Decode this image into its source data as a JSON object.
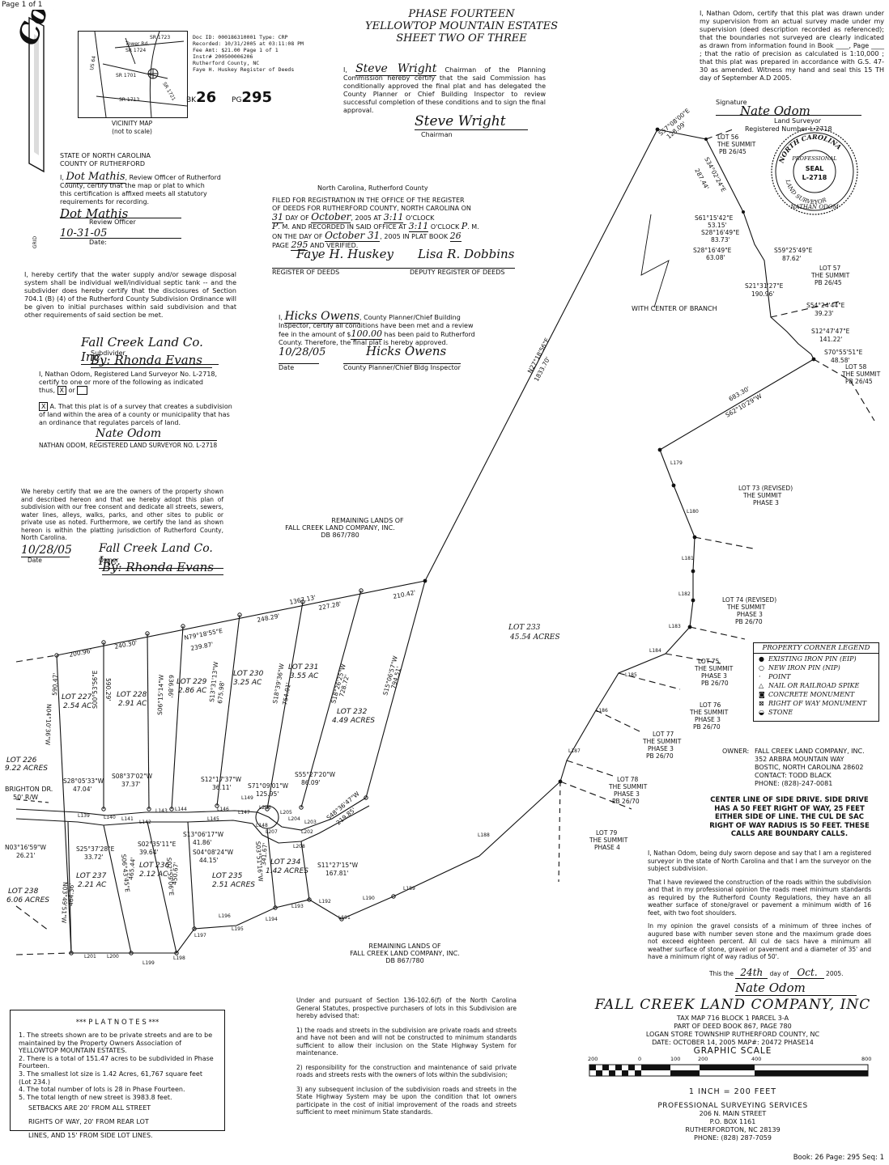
{
  "header": {
    "page_of": "Page 1 of 1",
    "title1": "PHASE FOURTEEN",
    "title2": "YELLOWTOP MOUNTAIN ESTATES",
    "title3": "SHEET TWO OF THREE",
    "copy_stamp": "Copy"
  },
  "vicinity": {
    "caption1": "VICINITY MAP",
    "caption2": "(not to scale)",
    "roads": [
      "SR 1723",
      "Tower Rd.",
      "SR 1724",
      "US 64",
      "SR 1701",
      "SR 1721",
      "SR 1713"
    ]
  },
  "recording": {
    "lines": [
      "Doc ID: 000186310001 Type: CRP",
      "Recorded: 10/31/2005 at 03:11:08 PM",
      "Fee Amt: $21.00 Page 1 of 1",
      "Instr# 200500006206",
      "Rutherford County, NC",
      "Faye H. Huskey Register of Deeds"
    ],
    "bk_label": "BK",
    "bk": "26",
    "pg_label": "PG",
    "pg": "295"
  },
  "review": {
    "state": "STATE OF NORTH CAROLINA",
    "county": "COUNTY OF RUTHERFORD",
    "sig_name": "Dot Mathis",
    "text1": ", Review Officer of Rutherford",
    "text2": "County, certify that the map or plat to which",
    "text3": "this certification is affixed meets all statutory",
    "text4": "requirements for recording.",
    "sig": "Dot Mathis",
    "role": "Review Officer",
    "date_val": "10-31-05",
    "date_label": "Date:"
  },
  "planning": {
    "sig_name": "Steve Wright",
    "text": "Chairman of the Planning Commission hereby certify that the said Commission has conditionally approved the final plat and has delegated the County Planner or Chief Building Inspector to review successful completion of these conditions and to sign the final approval.",
    "sig": "Steve Wright",
    "role": "Chairman"
  },
  "register": {
    "head": "North Carolina, Rutherford County",
    "l1": "FILED FOR REGISTRATION IN THE OFFICE OF THE REGISTER",
    "l2": "OF DEEDS FOR RUTHERFORD COUNTY, NORTH CAROLINA ON",
    "day": "31",
    "l3a": "DAY OF",
    "month": "October",
    "l3b": ", 2005",
    "l3c": "AT",
    "time": "3:11",
    "l3d": "O'CLOCK",
    "ampm": "P",
    "l4": ". M. AND RECORDED IN SAID OFFICE AT",
    "time2": "3:11",
    "l4b": "O'CLOCK",
    "ampm2": "P",
    "l4c": ". M.",
    "l5a": "ON THE DAY OF",
    "date2": "October 31",
    "l5b": ", 2005 IN PLAT BOOK",
    "book": "26",
    "l6a": "PAGE",
    "page": "295",
    "l6b": "AND VERIFIED.",
    "sig1": "Faye H. Huskey",
    "sig2": "Lisa R. Dobbins",
    "r1": "REGISTER OF DEEDS",
    "r2": "DEPUTY REGISTER OF DEEDS"
  },
  "inspector": {
    "sig_name": "Hicks Owens",
    "l1": ", County Planner/Chief Building",
    "l2a": "Inspector, certify all conditions have been met and a review",
    "l2b": "fee in the amount of $",
    "fee": "100.00",
    "l2c": "has been paid to Rutherford",
    "l3": "County. Therefore, the final plat is hereby approved.",
    "date_val": "10/28/05",
    "sig": "Hicks Owens",
    "date_label": "Date",
    "role": "County Planner/Chief Bldg Inspector"
  },
  "surveyor_cert": {
    "text": "I, Nathan Odom, certify that this plat was drawn under my supervision from an actual survey made under my supervision (deed description recorded as referenced); that the boundaries not surveyed are clearly indicated as drawn from information found in Book ____, Page ____ ; that the ratio of precision as calculated is 1:10,000 ; that this plat was prepared in accordance with G.S. 47-30 as amended. Witness my hand and seal this 15 TH day of September A.D 2005.",
    "sig_label": "Signature",
    "role": "Land Surveyor",
    "reg": "Registered Number L-2718",
    "seal": [
      "NORTH CAROLINA",
      "PROFESSIONAL",
      "SEAL",
      "L-2718",
      "LAND SURVEYOR",
      "NATHAN ODOM"
    ]
  },
  "water": {
    "text": "I, hereby certify that the water supply and/or sewage disposal system shall be individual well/individual septic tank -- and the subdivider does hereby certify that the disclosures of Section 704.1 (B) (4) of the Rutherford County Subdivision Ordinance will be given to initial purchases within said subdivision and that other requirements of said section be met.",
    "sig_company": "Fall Creek Land Co. Inc.",
    "role": "Subdivider",
    "sig": "By: Rhonda Evans",
    "odom1": "I, Nathan Odom, Registered Land Surveyor No. L-2718,",
    "odom2": "certify to one or more of the following as indicated",
    "odom3": "thus,",
    "odom3b": "or",
    "ax": "A.  That this plat is of a survey that creates a subdivision of land within the area of a county or municipality that has an ordinance that regulates parcels of land.",
    "footer": "NATHAN ODOM, REGISTERED LAND SURVEYOR NO. L-2718"
  },
  "owners": {
    "text": "We hereby certify that we are the owners of the property shown and described hereon and that we hereby adopt this plan of subdivision with our free consent and dedicate all streets, sewers, water lines, alleys, walks, parks, and other sites to public or private use as noted. Furthermore, we certify the land as shown hereon is within the platting jurisdiction of Rutherford County, North Carolina.",
    "date_val": "10/28/05",
    "date_label": "Date",
    "sig_company": "Fall Creek Land Co. Inc.",
    "owner_label": "Owner",
    "sig": "By: Rhonda Evans"
  },
  "map": {
    "remaining_top": [
      "REMAINING LANDS OF",
      "FALL CREEK LAND COMPANY, INC.",
      "DB 867/780"
    ],
    "remaining_bot": [
      "REMAINING LANDS OF",
      "FALL CREEK LAND COMPANY, INC.",
      "DB 867/780"
    ],
    "branch": "WITH CENTER OF BRANCH",
    "lot233": [
      "LOT 233",
      "45.54 ACRES"
    ],
    "brighton": [
      "BRIGHTON DR.",
      "50' R/W"
    ],
    "lots": [
      [
        "LOT 226",
        "9.22 ACRES"
      ],
      [
        "LOT 227",
        "2.54 AC"
      ],
      [
        "LOT 228",
        "2.91 AC"
      ],
      [
        "LOT 229",
        "2.86 AC"
      ],
      [
        "LOT 230",
        "3.25 AC"
      ],
      [
        "LOT 231",
        "3.55 AC"
      ],
      [
        "LOT 232",
        "4.49 ACRES"
      ],
      [
        "LOT 234",
        "1.42 ACRES"
      ],
      [
        "LOT 235",
        "2.51 ACRES"
      ],
      [
        "LOT 236",
        "2.12 AC"
      ],
      [
        "LOT 237",
        "2.21 AC"
      ],
      [
        "LOT 238",
        "6.06 ACRES"
      ]
    ],
    "summit_lots": [
      [
        "LOT 56",
        "THE SUMMIT",
        "PB 26/45"
      ],
      [
        "LOT 57",
        "THE SUMMIT",
        "PB 26/45"
      ],
      [
        "LOT 58",
        "THE SUMMIT",
        "PB 26/45"
      ],
      [
        "LOT 73 (REVISED)",
        "THE SUMMIT",
        "PHASE 3"
      ],
      [
        "LOT 74 (REVISED)",
        "THE SUMMIT",
        "PHASE 3",
        "PB 26/70"
      ],
      [
        "LOT 75",
        "THE SUMMIT",
        "PHASE 3",
        "PB 26/70"
      ],
      [
        "LOT 76",
        "THE SUMMIT",
        "PHASE 3",
        "PB 26/70"
      ],
      [
        "LOT 77",
        "THE SUMMIT",
        "PHASE 3",
        "PB 26/70"
      ],
      [
        "LOT 78",
        "THE SUMMIT",
        "PHASE 3",
        "PB 26/70"
      ],
      [
        "LOT 79",
        "THE SUMMIT",
        "PHASE 4"
      ]
    ],
    "bearings": [
      "N79°18'55\"E",
      "1367.13'",
      "200.96'",
      "240.30'",
      "239.87'",
      "248.29'",
      "227.28'",
      "210.42'",
      "N27°18'56\"E",
      "1833.70'",
      "S57°08'00\"E",
      "128.09'",
      "S34°02'24\"E",
      "287.44'",
      "S61°15'42\"E",
      "53.15'",
      "S28°16'49\"E",
      "83.73'",
      "S28°16'49\"E",
      "63.08'",
      "S59°25'49\"E",
      "87.62'",
      "S21°31'27\"E",
      "190.96'",
      "S54°24'44\"E",
      "39.23'",
      "S12°47'47\"E",
      "141.22'",
      "S70°55'51\"E",
      "48.58'",
      "683.30'",
      "S62°10'29\"W",
      "N04°10'36\"W",
      "590.47'",
      "S00°53'56\"E",
      "590.29'",
      "S06°15'14\"W",
      "636.86'",
      "S13°31'13\"W",
      "675.98'",
      "S18°39'36\"W",
      "754.01'",
      "S18°26'25\"W",
      "728.72'",
      "S15°06'57\"W",
      "794.51'",
      "S28°05'33\"W",
      "47.04'",
      "S08°37'02\"W",
      "37.37'",
      "S12°17'37\"W",
      "36.11'",
      "S71°09'01\"W",
      "125.95'",
      "S55°27'20\"W",
      "86.09'",
      "S48°36'47\"W",
      "219.85'",
      "N03°16'59\"W",
      "26.21'",
      "S25°37'28\"E",
      "33.72'",
      "S02°35'11\"E",
      "39.64'",
      "S13°06'17\"W",
      "41.86'",
      "S04°08'24\"W",
      "44.15'",
      "S11°27'15\"W",
      "167.81'",
      "N03°49'51\"W",
      "464.36'",
      "S06°43'45\"E",
      "465.44'",
      "S02°59'06\"E",
      "450.67'",
      "S03°51'16\"W",
      "341.67'"
    ],
    "line_labels": [
      "L139",
      "L140",
      "L141",
      "L142",
      "L143",
      "L144",
      "L145",
      "L146",
      "L147",
      "L148",
      "L149",
      "L179",
      "L180",
      "L181",
      "L182",
      "L183",
      "L184",
      "L185",
      "L186",
      "L187",
      "L188",
      "L189",
      "L190",
      "L191",
      "L192",
      "L193",
      "L194",
      "L195",
      "L196",
      "L197",
      "L198",
      "L199",
      "L200",
      "L201",
      "L202",
      "L203",
      "L204",
      "L205",
      "L206",
      "L207",
      "L208"
    ],
    "grid": "GRID"
  },
  "legend": {
    "title": "PROPERTY CORNER LEGEND",
    "items": [
      {
        "sym": "●",
        "label": "EXISTING IRON PIN (EIP)"
      },
      {
        "sym": "○",
        "label": "NEW IRON PIN (NIP)"
      },
      {
        "sym": "·",
        "label": "POINT"
      },
      {
        "sym": "△",
        "label": "NAIL OR RAILROAD SPIKE"
      },
      {
        "sym": "◙",
        "label": "CONCRETE MONUMENT"
      },
      {
        "sym": "⊠",
        "label": "RIGHT OF WAY MONUMENT"
      },
      {
        "sym": "◒",
        "label": "STONE"
      }
    ]
  },
  "owner_info": {
    "label": "OWNER:",
    "lines": [
      "FALL CREEK LAND COMPANY, INC.",
      "352 ARBRA MOUNTAIN WAY",
      "BOSTIC, NORTH CAROLINA  28602",
      "CONTACT:  TODD BLACK",
      "PHONE: (828)-247-0081"
    ]
  },
  "centerline": "CENTER LINE OF SIDE DRIVE. SIDE DRIVE HAS A 50 FEET RIGHT OF WAY, 25 FEET EITHER SIDE OF LINE. THE CUL DE SAC RIGHT OF WAY RADIUS IS 50 FEET. THESE CALLS ARE BOUNDARY CALLS.",
  "oath": {
    "p1": "I, Nathan Odom, being duly sworn depose and say that I am a registered surveyor in the state of North Carolina and that I am the surveyor on the subject subdivision.",
    "p2": "That I have reviewed the construction of the roads within the subdivision and that in my professional opinion the roads meet minimum standards as required by the Rutherford County Regulations, they have an all weather surface of stone/gravel or pavement a minimum width of 16 feet, with two foot shoulders.",
    "p3": "In my opinion the gravel consists of a minimum of three inches of augured base with number seven stone and the maximum grade does not exceed eighteen percent.  All cul de sacs have a minimum all weather surface of stone, gravel or pavement and a diameter of 35' and have a minimum right of way radius of 50'.",
    "this_the": "This the",
    "day": "24th",
    "day_of": "day of",
    "month": "Oct.",
    "year": "2005."
  },
  "title_block": {
    "company": "FALL CREEK LAND COMPANY, INC",
    "l1": "TAX MAP 716 BLOCK 1 PARCEL 3-A",
    "l2": "PART OF DEED BOOK 867, PAGE 780",
    "l3": "LOGAN STORE TOWNSHIP    RUTHERFORD COUNTY, NC",
    "l4": "DATE: OCTOBER 14, 2005     MAP#: 20472 PHASE14",
    "scale_title": "GRAPHIC SCALE",
    "ticks": [
      "200",
      "0",
      "100",
      "200",
      "400",
      "800"
    ],
    "scale_text": "1 INCH = 200    FEET",
    "firm": "PROFESSIONAL SURVEYING SERVICES",
    "addr1": "206 N. MAIN STREET",
    "addr2": "P.O. BOX 1161",
    "addr3": "RUTHERFORDTON, NC  28139",
    "phone": "PHONE:  (828)  287-7059"
  },
  "statutes": {
    "intro": "Under and pursuant of Section 136-102.6(f) of the North Carolina General Statutes, prospective purchasers of lots in this Subdivision are hereby advised that:",
    "p1": "1)  the roads and streets in the subdivision are private roads and streets and have not been and will not be constructed to minimum standards sufficient to allow their inclusion on the State Highway System for maintenance.",
    "p2": "2)  responsibility for the construction and maintenance of said private roads and streets rests with the owners of lots within the subdivision;",
    "p3": "3)  any subsequent inclusion of the subdivision roads and streets in the State Highway System may be upon the condition that lot owners participate in the cost of initial improvement of the roads and streets sufficient to meet minimum State standards."
  },
  "notes": {
    "title": "*** P L A T  N O T E S ***",
    "items": [
      "1.  The streets shown are to be private streets and are to be maintained by the Property Owners Association of YELLOWTOP MOUNTAIN ESTATES.",
      "2.  There is a total of 151.47 acres to be subdivided in Phase Fourteen.",
      "3.  The smallest lot size is 1.42 Acres, 61,767 square feet (Lot 234.)",
      "4.  The total number of lots is 28 in Phase Fourteen.",
      "5.  The total length of new street is 3983.8 feet."
    ],
    "setbacks": [
      "SETBACKS ARE 20' FROM ALL STREET",
      "RIGHTS OF WAY, 20' FROM REAR LOT",
      "LINES, AND 15' FROM SIDE LOT LINES."
    ]
  },
  "footer": "Book: 26  Page: 295  Seq: 1"
}
